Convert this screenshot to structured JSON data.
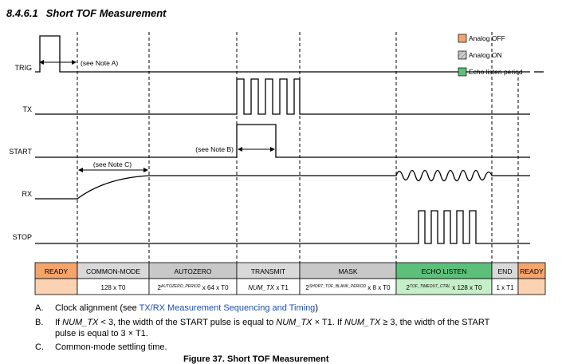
{
  "header": {
    "section_number": "8.4.6.1",
    "section_title": "Short TOF Measurement"
  },
  "signals": {
    "trig": "TRIG",
    "tx": "TX",
    "start": "START",
    "rx": "RX",
    "stop": "STOP"
  },
  "annotations": {
    "note_a": "(see Note A)",
    "note_b": "(see Note B)",
    "note_c": "(see Note C)"
  },
  "legend": {
    "items": [
      {
        "label": "Analog OFF",
        "color": "#f5a46c"
      },
      {
        "label": "Analog ON",
        "color": "#c8c8c8"
      },
      {
        "label": "Echo listen period",
        "color": "#5cc07a"
      }
    ]
  },
  "phases": [
    {
      "name": "READY",
      "duration": "",
      "color": "#f5a46c",
      "light": "#fbd2b2"
    },
    {
      "name": "COMMON-MODE",
      "duration": "128 x T0",
      "color": "#d9d9d9",
      "light": "#ffffff"
    },
    {
      "name": "AUTOZERO",
      "dur_base": "2",
      "dur_sup": "AUTOZERO_PERIOD",
      "dur_tail": " x 64 x T0",
      "color": "#c8c8c8",
      "light": "#ffffff"
    },
    {
      "name": "TRANSMIT",
      "dur_italic": "NUM_TX",
      "dur_tail": " x T1",
      "color": "#d9d9d9",
      "light": "#ffffff"
    },
    {
      "name": "MASK",
      "dur_base": "2",
      "dur_sup": "SHORT_TOF_BLANK_PERIOD",
      "dur_tail": " x 8 x T0",
      "color": "#c8c8c8",
      "light": "#ffffff"
    },
    {
      "name": "ECHO LISTEN",
      "dur_base": "2",
      "dur_sup": "TOF_TIMEOUT_CTRL",
      "dur_tail": " x 128 x T0",
      "color": "#5cc07a",
      "light": "#c6eec9"
    },
    {
      "name": "END",
      "duration": "1 x T1",
      "color": "#d9d9d9",
      "light": "#ffffff"
    },
    {
      "name": "READY",
      "duration": "",
      "color": "#f5a46c",
      "light": "#fbd2b2"
    }
  ],
  "notes": {
    "a": {
      "letter": "A.",
      "text": "Clock alignment (see ",
      "link": "TX/RX Measurement Sequencing and Timing",
      "after": ")"
    },
    "b": {
      "letter": "B.",
      "p1": "If ",
      "i1": "NUM_TX",
      "p2": " < 3, the width of the START pulse is equal to ",
      "i2": "NUM_TX",
      "p3": " × T1. If ",
      "i3": "NUM_TX",
      "p4": " ≥ 3, the width of the START",
      "cont": "pulse is equal to 3 × T1."
    },
    "c": {
      "letter": "C.",
      "text": "Common-mode settling time."
    }
  },
  "caption": "Figure 37. Short TOF Measurement"
}
